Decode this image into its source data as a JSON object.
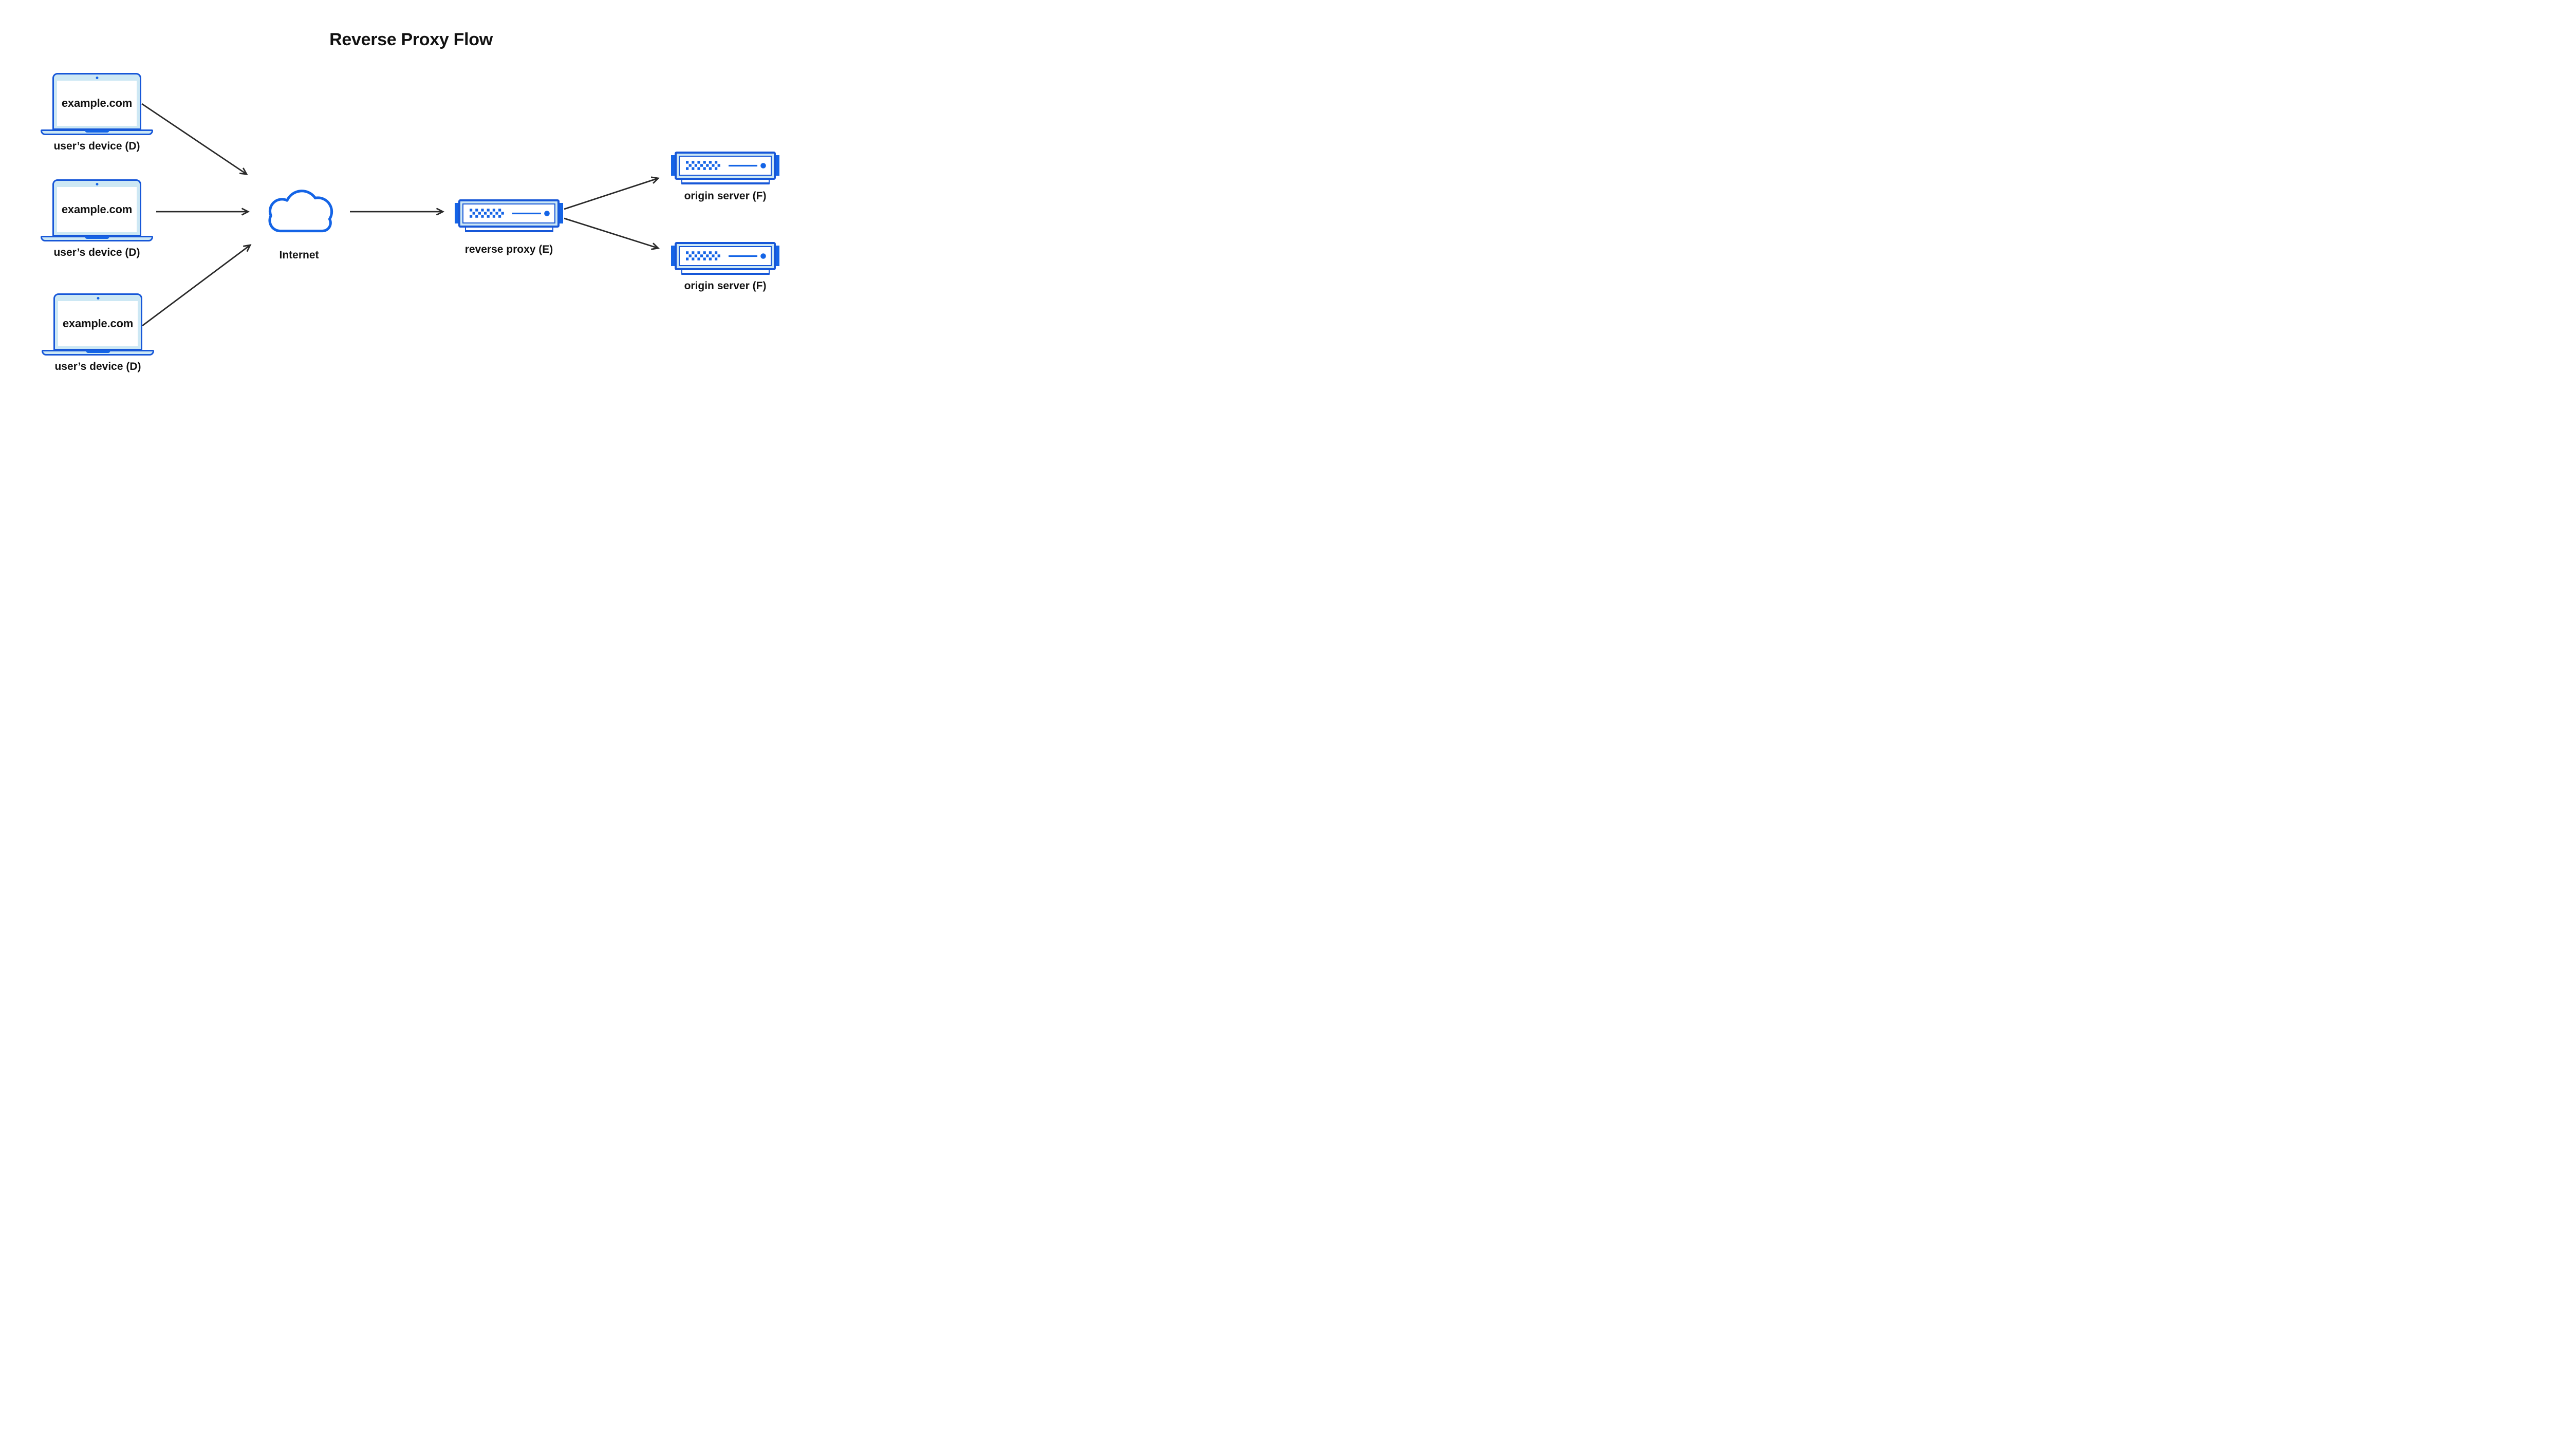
{
  "title": "Reverse Proxy Flow",
  "devices": [
    {
      "icon": "laptop-icon",
      "screen_text": "example.com",
      "label": "user’s device (D)"
    },
    {
      "icon": "laptop-icon",
      "screen_text": "example.com",
      "label": "user’s device (D)"
    },
    {
      "icon": "laptop-icon",
      "screen_text": "example.com",
      "label": "user’s device (D)"
    }
  ],
  "internet": {
    "icon": "cloud-icon",
    "label": "Internet"
  },
  "reverse_proxy": {
    "icon": "server-icon",
    "label": "reverse proxy (E)"
  },
  "origin_servers": [
    {
      "icon": "server-icon",
      "label": "origin server (F)"
    },
    {
      "icon": "server-icon",
      "label": "origin server (F)"
    }
  ],
  "flows": [
    {
      "from": "user’s device (D) 1",
      "to": "Internet"
    },
    {
      "from": "user’s device (D) 2",
      "to": "Internet"
    },
    {
      "from": "user’s device (D) 3",
      "to": "Internet"
    },
    {
      "from": "Internet",
      "to": "reverse proxy (E)"
    },
    {
      "from": "reverse proxy (E)",
      "to": "origin server (F) 1"
    },
    {
      "from": "reverse proxy (E)",
      "to": "origin server (F) 2"
    }
  ],
  "colors": {
    "outline_blue": "#1757d8",
    "solid_blue": "#1464e6",
    "light_blue": "#cde8f4",
    "arrow_black": "#2a2a2a",
    "text_black": "#131313",
    "background": "#ffffff"
  }
}
